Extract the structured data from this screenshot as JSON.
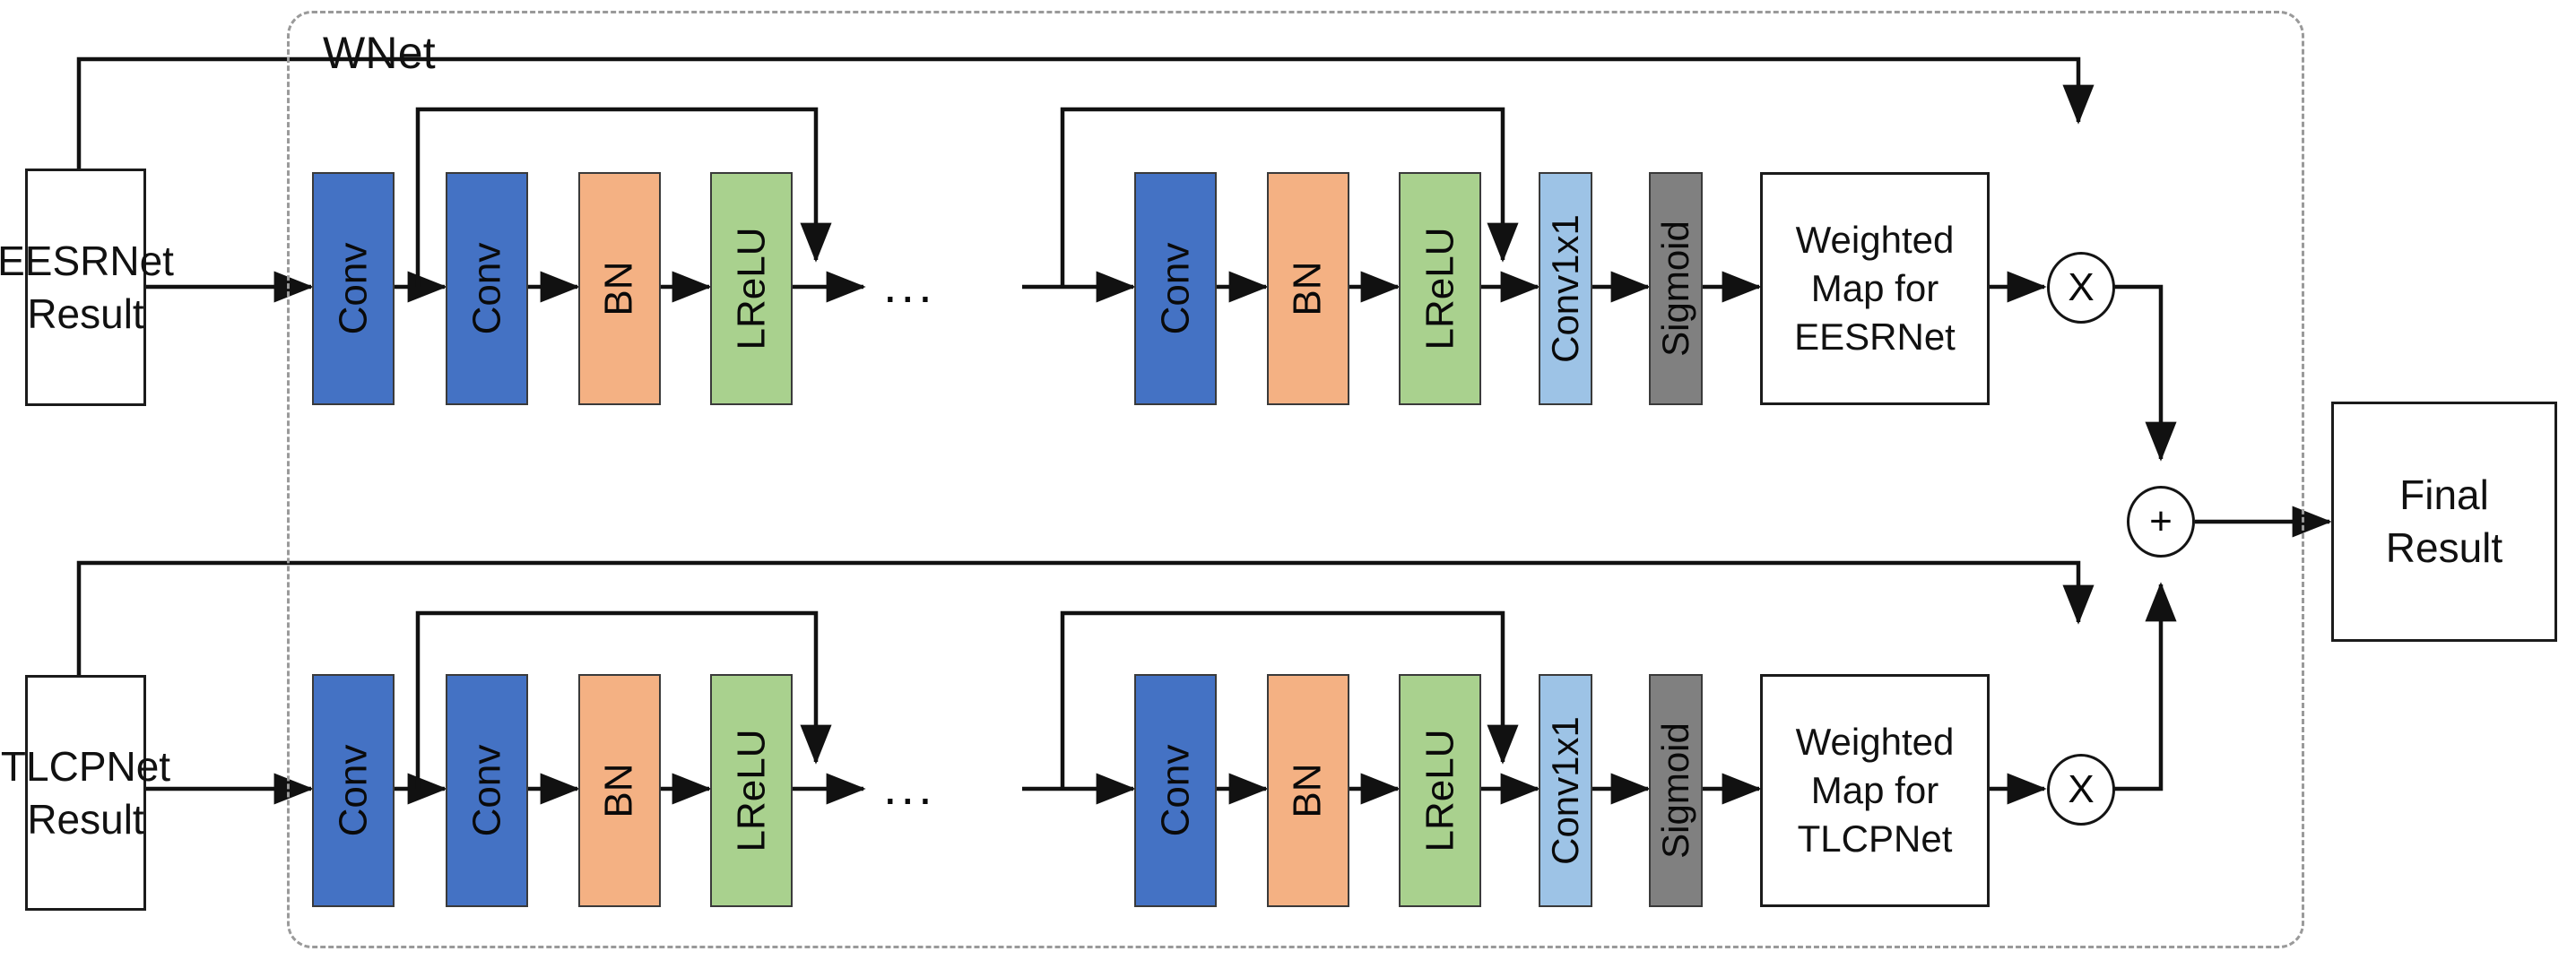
{
  "diagram": {
    "title": "WNet",
    "container_label": "WNet",
    "border_color": "#9a9a9a",
    "line_color": "#1b1b1b",
    "ellipsis": "...",
    "palette": {
      "conv": "#4472c4",
      "bn": "#f4b183",
      "lrelu": "#a9d18e",
      "conv1x1": "#9dc3e6",
      "sigmoid": "#808080",
      "box_fill": "#ffffff",
      "box_stroke": "#1b1b1b",
      "dashed_stroke": "#9a9a9a"
    },
    "inputs": [
      {
        "id": "eesrnet-input",
        "line1": "EESRNet",
        "line2": "Result"
      },
      {
        "id": "tlcpnet-input",
        "line1": "TLCPNet",
        "line2": "Result"
      }
    ],
    "output": {
      "id": "final-result",
      "line1": "Final",
      "line2": "Result"
    },
    "operators": {
      "multiply": "X",
      "add": "+"
    },
    "branches": [
      {
        "id": "eesrnet-branch",
        "source": "EESRNet",
        "stage1": [
          {
            "id": "conv-a1",
            "label": "Conv",
            "type": "conv"
          },
          {
            "id": "conv-a2",
            "label": "Conv",
            "type": "conv"
          },
          {
            "id": "bn-a1",
            "label": "BN",
            "type": "bn"
          },
          {
            "id": "lrelu-a1",
            "label": "LReLU",
            "type": "lrelu"
          }
        ],
        "stage2": [
          {
            "id": "conv-a3",
            "label": "Conv",
            "type": "conv"
          },
          {
            "id": "bn-a2",
            "label": "BN",
            "type": "bn"
          },
          {
            "id": "lrelu-a2",
            "label": "LReLU",
            "type": "lrelu"
          },
          {
            "id": "conv1x1-a",
            "label": "Conv1x1",
            "type": "conv1x1"
          },
          {
            "id": "sigmoid-a",
            "label": "Sigmoid",
            "type": "sigmoid"
          }
        ],
        "weighted_map": {
          "id": "weighted-map-eesrnet",
          "line1": "Weighted",
          "line2": "Map for",
          "line3": "EESRNet"
        },
        "multiply_label": "X"
      },
      {
        "id": "tlcpnet-branch",
        "source": "TLCPNet",
        "stage1": [
          {
            "id": "conv-b1",
            "label": "Conv",
            "type": "conv"
          },
          {
            "id": "conv-b2",
            "label": "Conv",
            "type": "conv"
          },
          {
            "id": "bn-b1",
            "label": "BN",
            "type": "bn"
          },
          {
            "id": "lrelu-b1",
            "label": "LReLU",
            "type": "lrelu"
          }
        ],
        "stage2": [
          {
            "id": "conv-b3",
            "label": "Conv",
            "type": "conv"
          },
          {
            "id": "bn-b2",
            "label": "BN",
            "type": "bn"
          },
          {
            "id": "lrelu-b2",
            "label": "LReLU",
            "type": "lrelu"
          },
          {
            "id": "conv1x1-b",
            "label": "Conv1x1",
            "type": "conv1x1"
          },
          {
            "id": "sigmoid-b",
            "label": "Sigmoid",
            "type": "sigmoid"
          }
        ],
        "weighted_map": {
          "id": "weighted-map-tlcpnet",
          "line1": "Weighted",
          "line2": "Map for",
          "line3": "TLCPNet"
        },
        "multiply_label": "X"
      }
    ]
  }
}
